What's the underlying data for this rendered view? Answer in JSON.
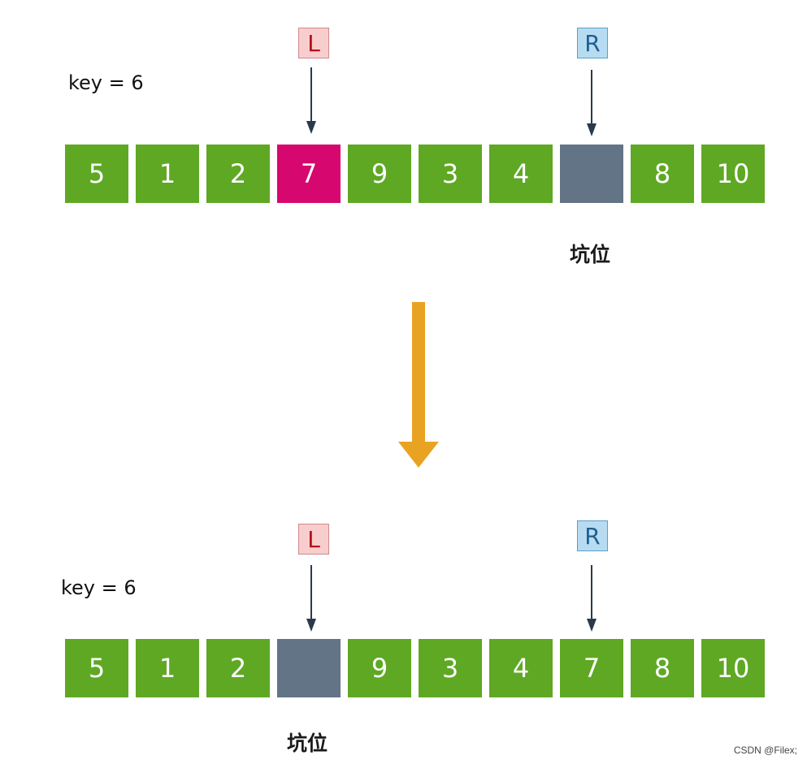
{
  "colors": {
    "cell_default": "#5fa824",
    "cell_highlight": "#d6086f",
    "cell_empty": "#637487",
    "pointer_arrow": "#2b3a4a",
    "transition_arrow": "#e9a323"
  },
  "before": {
    "key_label": "key = 6",
    "left_marker": "L",
    "right_marker": "R",
    "cells": [
      {
        "value": "5",
        "state": "default"
      },
      {
        "value": "1",
        "state": "default"
      },
      {
        "value": "2",
        "state": "default"
      },
      {
        "value": "7",
        "state": "highlight"
      },
      {
        "value": "9",
        "state": "default"
      },
      {
        "value": "3",
        "state": "default"
      },
      {
        "value": "4",
        "state": "default"
      },
      {
        "value": "",
        "state": "empty"
      },
      {
        "value": "8",
        "state": "default"
      },
      {
        "value": "10",
        "state": "default"
      }
    ],
    "left_index": 3,
    "right_index": 7,
    "pit_index": 7,
    "pit_label": "坑位"
  },
  "after": {
    "key_label": "key = 6",
    "left_marker": "L",
    "right_marker": "R",
    "cells": [
      {
        "value": "5",
        "state": "default"
      },
      {
        "value": "1",
        "state": "default"
      },
      {
        "value": "2",
        "state": "default"
      },
      {
        "value": "",
        "state": "empty"
      },
      {
        "value": "9",
        "state": "default"
      },
      {
        "value": "3",
        "state": "default"
      },
      {
        "value": "4",
        "state": "default"
      },
      {
        "value": "7",
        "state": "default"
      },
      {
        "value": "8",
        "state": "default"
      },
      {
        "value": "10",
        "state": "default"
      }
    ],
    "left_index": 3,
    "right_index": 7,
    "pit_index": 3,
    "pit_label": "坑位"
  },
  "watermark": "CSDN @Filex;"
}
